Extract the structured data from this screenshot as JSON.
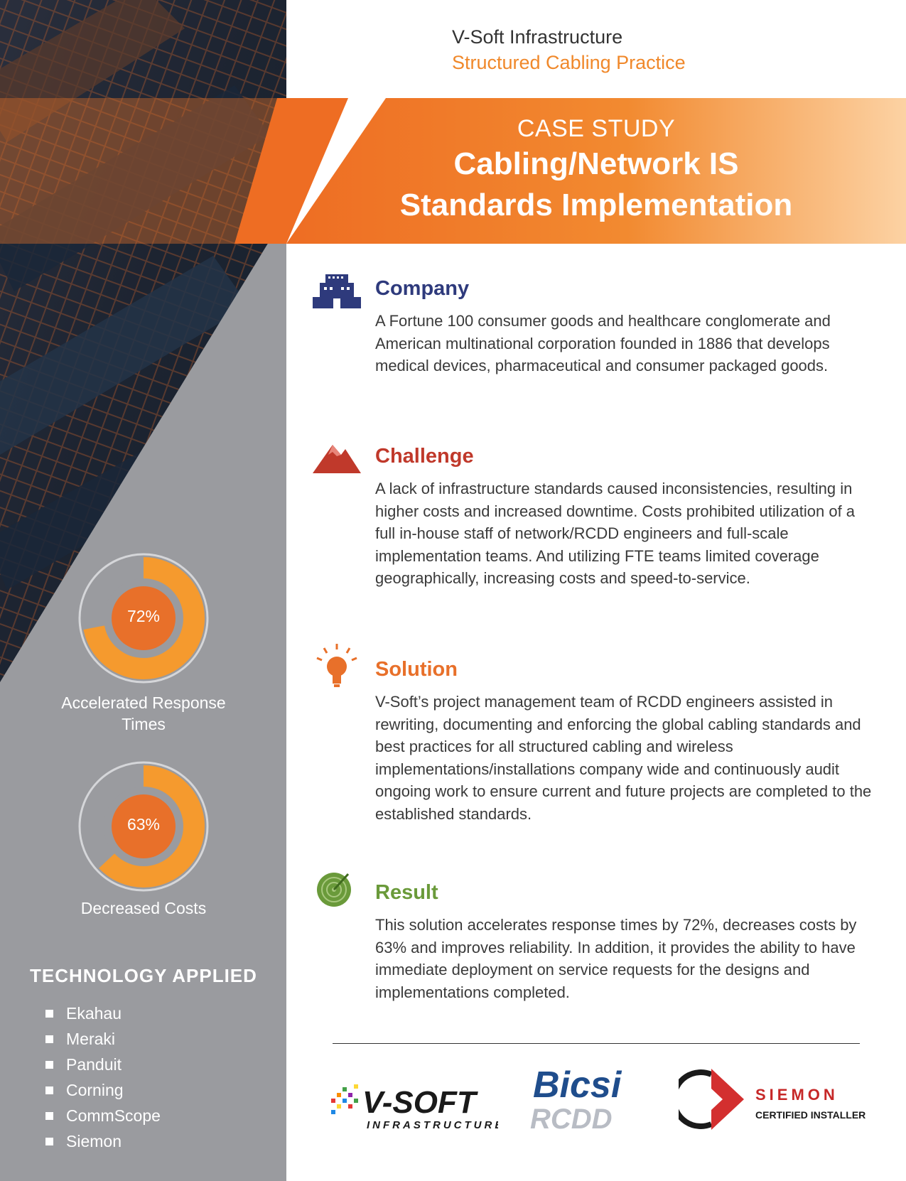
{
  "header": {
    "company": "V-Soft Infrastructure",
    "practice": "Structured Cabling Practice"
  },
  "banner": {
    "label": "CASE STUDY",
    "title_line1": "Cabling/Network IS",
    "title_line2": "Standards Implementation"
  },
  "sections": [
    {
      "heading": "Company",
      "color": "#2e3a7c",
      "icon": "building-icon",
      "body": "A Fortune 100 consumer goods and healthcare conglomerate and American multinational corporation founded in 1886 that develops medical devices, pharmaceutical and consumer packaged goods."
    },
    {
      "heading": "Challenge",
      "color": "#c0392b",
      "icon": "mountain-icon",
      "body": "A lack of infrastructure standards caused inconsistencies, resulting in higher costs and increased downtime. Costs prohibited utilization of a full in-house staff of network/RCDD engineers and full-scale implementation teams. And utilizing FTE teams limited coverage geographically, increasing costs and speed-to-service."
    },
    {
      "heading": "Solution",
      "color": "#e8702a",
      "icon": "lightbulb-icon",
      "body": "V-Soft’s project management team of RCDD engineers assisted in rewriting, documenting and enforcing the global cabling standards and best practices for all structured cabling and wireless implementations/installations company wide and continuously audit ongoing work to ensure current and future projects are completed to the established standards."
    },
    {
      "heading": "Result",
      "color": "#6a9a3a",
      "icon": "target-icon",
      "body": "This solution accelerates response times by 72%, decreases costs by 63% and improves reliability. In addition, it provides the ability to have immediate deployment on service requests for the designs and implementations completed."
    }
  ],
  "stats": [
    {
      "value": "72%",
      "fraction": 0.72,
      "label_line1": "Accelerated Response",
      "label_line2": "Times"
    },
    {
      "value": "63%",
      "fraction": 0.63,
      "label_line1": "Decreased Costs",
      "label_line2": ""
    }
  ],
  "technology": {
    "title": "TECHNOLOGY APPLIED",
    "items": [
      "Ekahau",
      "Meraki",
      "Panduit",
      "Corning",
      "CommScope",
      "Siemon"
    ]
  },
  "logos": {
    "vsoft_name": "V-SOFT",
    "vsoft_sub": "INFRASTRUCTURE",
    "bicsi_name": "Bicsi",
    "bicsi_sub": "RCDD",
    "siemon_name": "SIEMON",
    "siemon_sub": "CERTIFIED INSTALLER"
  },
  "colors": {
    "accent_orange": "#f0882a",
    "donut_orange": "#f59a2e",
    "donut_center": "#e8702a",
    "sidebar_gray": "#9a9b9f"
  }
}
